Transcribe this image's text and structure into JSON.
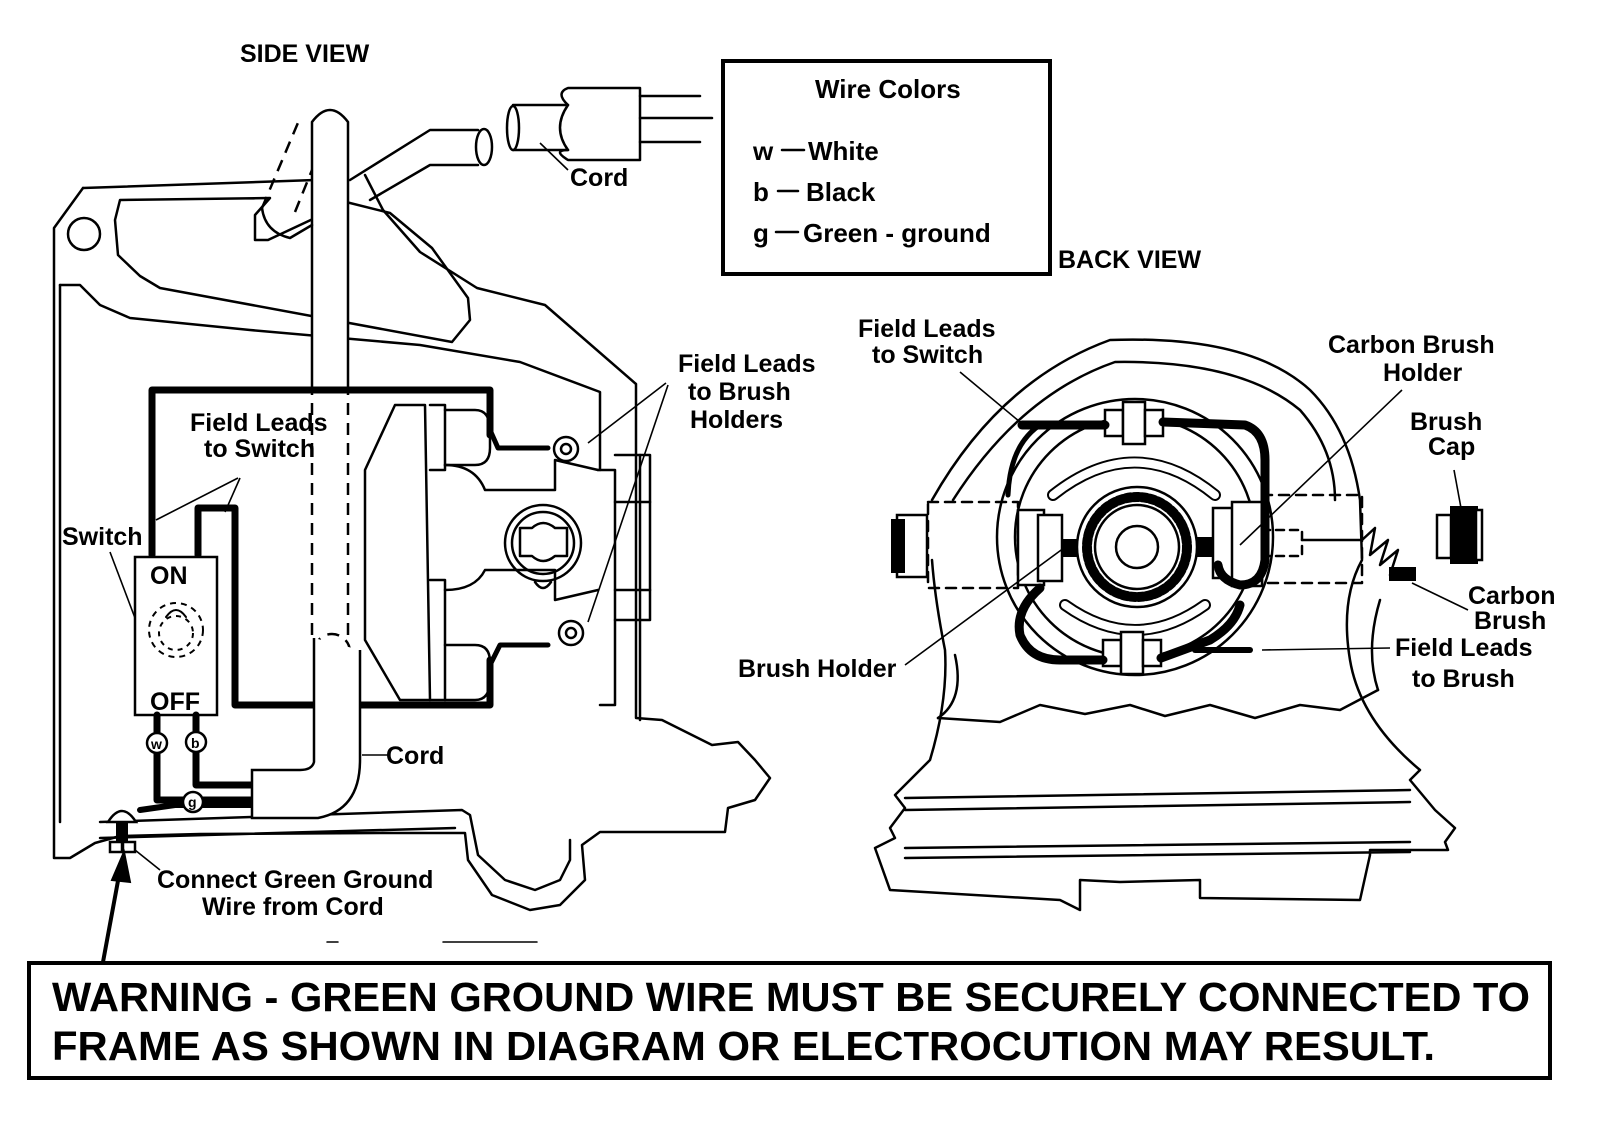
{
  "side_view": {
    "title": "SIDE VIEW",
    "labels": {
      "cord_top": "Cord",
      "field_leads_to_switch": [
        "Field Leads",
        "to Switch"
      ],
      "switch": "Switch",
      "switch_on": "ON",
      "switch_off": "OFF",
      "field_leads_to_brush_holders": [
        "Field Leads",
        "to Brush",
        "Holders"
      ],
      "cord_bottom": "Cord",
      "connect_ground": [
        "Connect Green Ground",
        "Wire from Cord"
      ],
      "terminal_w": "w",
      "terminal_b": "b",
      "terminal_g": "g"
    }
  },
  "wire_colors": {
    "title": "Wire Colors",
    "items": [
      {
        "code": "w",
        "name": "White"
      },
      {
        "code": "b",
        "name": "Black"
      },
      {
        "code": "g",
        "name": "Green - ground"
      }
    ]
  },
  "back_view": {
    "title": "BACK VIEW",
    "labels": {
      "field_leads_to_switch": [
        "Field Leads",
        "to Switch"
      ],
      "carbon_brush_holder": [
        "Carbon Brush",
        "Holder"
      ],
      "brush_cap": [
        "Brush",
        "Cap"
      ],
      "carbon_brush": [
        "Carbon",
        "Brush"
      ],
      "field_leads_to_brush": [
        "Field Leads",
        "to Brush"
      ],
      "brush_holder": "Brush Holder"
    }
  },
  "warning": {
    "lines": [
      "WARNING - GREEN GROUND WIRE MUST BE SECURELY CONNECTED TO",
      "FRAME AS SHOWN IN DIAGRAM OR ELECTROCUTION MAY RESULT."
    ]
  }
}
